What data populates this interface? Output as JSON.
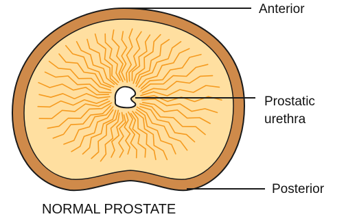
{
  "labels": {
    "anterior": "Anterior",
    "prostatic_urethra_line1": "Prostatic",
    "prostatic_urethra_line2": "urethra",
    "posterior": "Posterior"
  },
  "caption": "NORMAL PROSTATE",
  "colors": {
    "capsule": "#CF8A4A",
    "gland": "#FFDFA0",
    "ducts": "#F59A1E",
    "outline": "#1a1a1a",
    "urethra": "#ffffff"
  }
}
